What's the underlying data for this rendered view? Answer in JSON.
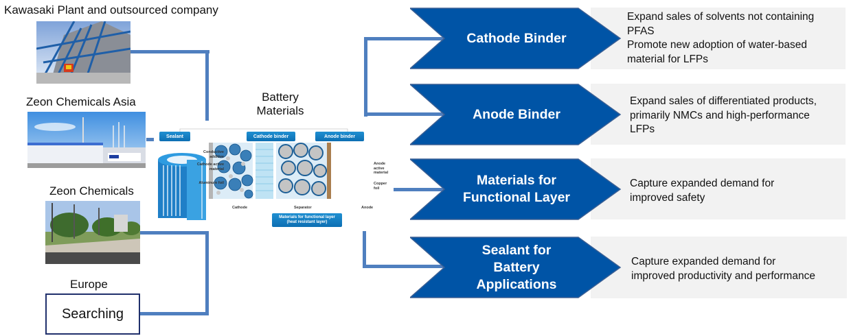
{
  "sites": [
    {
      "label": "Kawasaki Plant and outsourced company",
      "photo": "industrial-plant-photo"
    },
    {
      "label": "Zeon Chemicals Asia",
      "photo": "zeon-asia-facility-photo"
    },
    {
      "label": "Zeon Chemicals",
      "photo": "zeon-chemicals-facility-photo"
    },
    {
      "label": "Europe",
      "status": "Searching"
    }
  ],
  "center": {
    "title_line1": "Battery",
    "title_line2": "Materials",
    "diagram_labels": {
      "sealant": "Sealant",
      "cathode_binder": "Cathode binder",
      "anode_binder": "Anode binder",
      "conductive_additive": "Conductive additive",
      "cathode_active_material": "Cathode active material",
      "aluminum_foil": "Aluminum foil",
      "cathode": "Cathode",
      "separator": "Separator",
      "anode": "Anode",
      "anode_active_material": "Anode active material",
      "copper_foil": "Copper foil",
      "functional_layer_line1": "Materials for functional layer",
      "functional_layer_line2": "(heat resistant layer)"
    }
  },
  "products": [
    {
      "title": "Cathode Binder",
      "description": [
        "Expand sales of solvents not containing",
        "PFAS",
        "Promote new adoption of water-based",
        "material for LFPs"
      ]
    },
    {
      "title": "Anode Binder",
      "description": [
        "Expand sales of differentiated products,",
        "primarily NMCs and high-performance",
        "LFPs"
      ]
    },
    {
      "title_lines": [
        "Materials for",
        "Functional Layer"
      ],
      "description": [
        "Capture expanded demand for",
        "improved safety"
      ]
    },
    {
      "title_lines": [
        "Sealant for",
        "Battery",
        "Applications"
      ],
      "description": [
        "Capture expanded demand for",
        "improved productivity and performance"
      ]
    }
  ],
  "colors": {
    "chevron": "#0054a6",
    "connector": "#4f7fbf",
    "description_bg": "#f2f2f2",
    "search_box_border": "#1f2f6b"
  }
}
